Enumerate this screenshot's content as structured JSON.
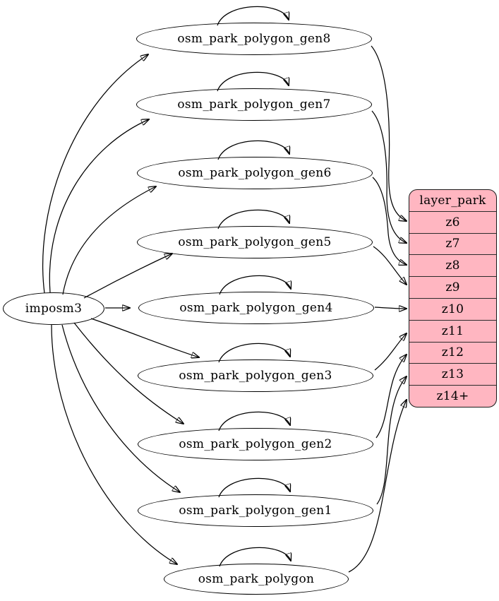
{
  "diagram": {
    "background_color": "#ffffff",
    "edge_color": "#000000",
    "source_node": {
      "label": "imposm3"
    },
    "tables": [
      {
        "label": "osm_park_polygon_gen8"
      },
      {
        "label": "osm_park_polygon_gen7"
      },
      {
        "label": "osm_park_polygon_gen6"
      },
      {
        "label": "osm_park_polygon_gen5"
      },
      {
        "label": "osm_park_polygon_gen4"
      },
      {
        "label": "osm_park_polygon_gen3"
      },
      {
        "label": "osm_park_polygon_gen2"
      },
      {
        "label": "osm_park_polygon_gen1"
      },
      {
        "label": "osm_park_polygon"
      }
    ],
    "layer_table": {
      "title": "layer_park",
      "rows": [
        "z6",
        "z7",
        "z8",
        "z9",
        "z10",
        "z11",
        "z12",
        "z13",
        "z14+"
      ],
      "fill_color": "#ffb6c1",
      "border_color": "#1a1a1a"
    },
    "edges": {
      "from_source_to": [
        "osm_park_polygon_gen8",
        "osm_park_polygon_gen7",
        "osm_park_polygon_gen6",
        "osm_park_polygon_gen5",
        "osm_park_polygon_gen4",
        "osm_park_polygon_gen3",
        "osm_park_polygon_gen2",
        "osm_park_polygon_gen1",
        "osm_park_polygon"
      ],
      "self_loops": [
        "osm_park_polygon_gen8",
        "osm_park_polygon_gen7",
        "osm_park_polygon_gen6",
        "osm_park_polygon_gen5",
        "osm_park_polygon_gen4",
        "osm_park_polygon_gen3",
        "osm_park_polygon_gen2",
        "osm_park_polygon_gen1",
        "osm_park_polygon"
      ],
      "to_layer_rows": [
        {
          "from": "osm_park_polygon_gen8",
          "to": "z6"
        },
        {
          "from": "osm_park_polygon_gen7",
          "to": "z7"
        },
        {
          "from": "osm_park_polygon_gen6",
          "to": "z8"
        },
        {
          "from": "osm_park_polygon_gen5",
          "to": "z9"
        },
        {
          "from": "osm_park_polygon_gen4",
          "to": "z10"
        },
        {
          "from": "osm_park_polygon_gen3",
          "to": "z11"
        },
        {
          "from": "osm_park_polygon_gen2",
          "to": "z12"
        },
        {
          "from": "osm_park_polygon_gen1",
          "to": "z13"
        },
        {
          "from": "osm_park_polygon",
          "to": "z14+"
        }
      ]
    }
  }
}
